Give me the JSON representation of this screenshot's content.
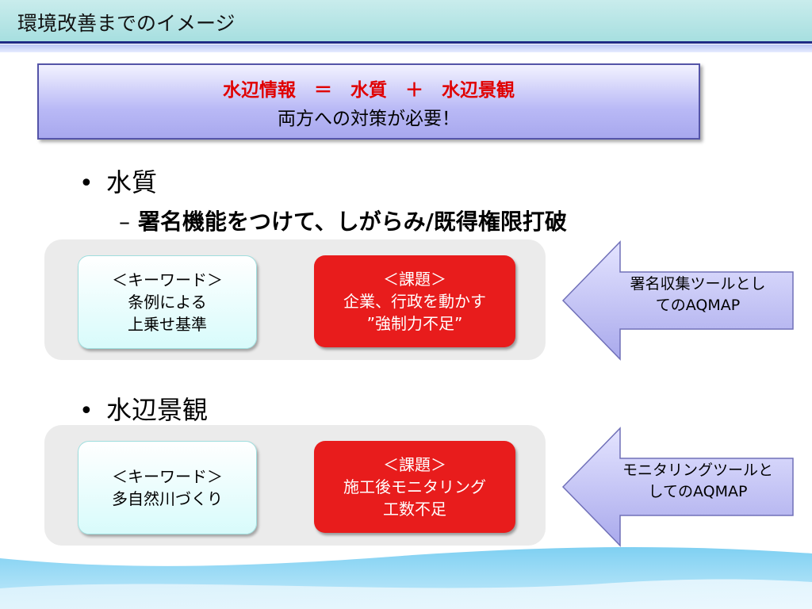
{
  "slide": {
    "title": "環境改善までのイメージ"
  },
  "callout": {
    "line1": "水辺情報　＝　水質　＋　水辺景観",
    "line2": "両方への対策が必要！"
  },
  "sections": [
    {
      "bullet": "•",
      "heading": "水質",
      "sub_dash": "–",
      "sub": "署名機能をつけて、しがらみ/既得権限打破",
      "keyword_box": [
        "＜キーワード＞",
        "条例による",
        "上乗せ基準"
      ],
      "issue_box": [
        "＜課題＞",
        "企業、行政を動かす",
        "”強制力不足”"
      ],
      "arrow_text": [
        "署名収集ツールとし",
        "てのAQMAP"
      ]
    },
    {
      "bullet": "•",
      "heading": "水辺景観",
      "keyword_box": [
        "＜キーワード＞",
        "多自然川づくり"
      ],
      "issue_box": [
        "＜課題＞",
        "施工後モニタリング",
        "工数不足"
      ],
      "arrow_text": [
        "モニタリングツールと",
        "してのAQMAP"
      ]
    }
  ],
  "colors": {
    "title_band": "#a7dfe0",
    "title_rule": "#1f2a86",
    "callout_fill": "#b9b9f6",
    "callout_red_text": "#e00000",
    "issue_box": "#e81c1c",
    "keyword_box": "#d8fbfb",
    "arrow_fill": "#c0c0f4",
    "panel": "#ebebeb"
  }
}
